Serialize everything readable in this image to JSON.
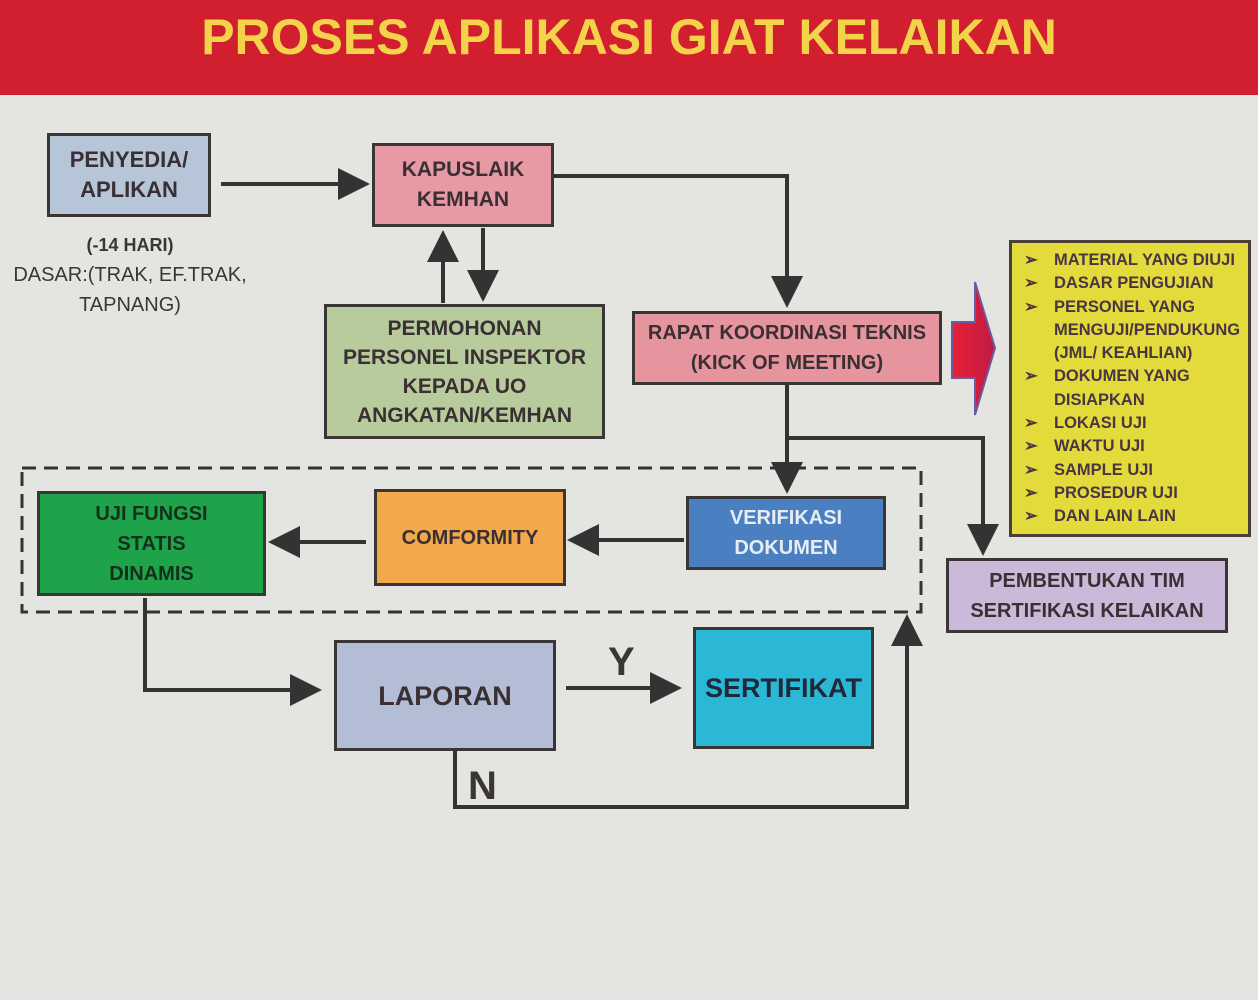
{
  "title": "PROSES APLIKASI GIAT KELAIKAN",
  "nodes": {
    "penyedia": [
      "PENYEDIA/",
      "APLIKAN"
    ],
    "penyedia_note": [
      "(-14 HARI)",
      "DASAR:(TRAK, EF.TRAK,",
      "TAPNANG)"
    ],
    "kapuslaik": [
      "KAPUSLAIK",
      "KEMHAN"
    ],
    "permohonan": [
      "PERMOHONAN",
      "PERSONEL INSPEKTOR",
      "KEPADA UO",
      "ANGKATAN/KEMHAN"
    ],
    "rapat": [
      "RAPAT KOORDINASI TEKNIS",
      "(KICK OF MEETING)"
    ],
    "verifikasi": [
      "VERIFIKASI",
      "DOKUMEN"
    ],
    "comformity": "COMFORMITY",
    "uji": [
      "UJI FUNGSI",
      "STATIS",
      "DINAMIS"
    ],
    "pembentukan": [
      "PEMBENTUKAN TIM",
      "SERTIFIKASI KELAIKAN"
    ],
    "laporan": "LAPORAN",
    "sertifikat": "SERTIFIKAT",
    "yes_label": "Y",
    "no_label": "N"
  },
  "checklist": {
    "bullet": "➢",
    "items": [
      [
        "MATERIAL YANG DIUJI"
      ],
      [
        "DASAR PENGUJIAN"
      ],
      [
        "PERSONEL YANG",
        "MENGUJI/PENDUKUNG",
        "(JML/ KEAHLIAN)"
      ],
      [
        "DOKUMEN YANG",
        "DISIAPKAN"
      ],
      [
        "LOKASI UJI"
      ],
      [
        "WAKTU UJI"
      ],
      [
        "SAMPLE UJI"
      ],
      [
        "PROSEDUR UJI"
      ],
      [
        "DAN LAIN LAIN"
      ]
    ]
  },
  "colors": {
    "title_bg": "#d21f2f",
    "title_text": "#f3d34a"
  }
}
